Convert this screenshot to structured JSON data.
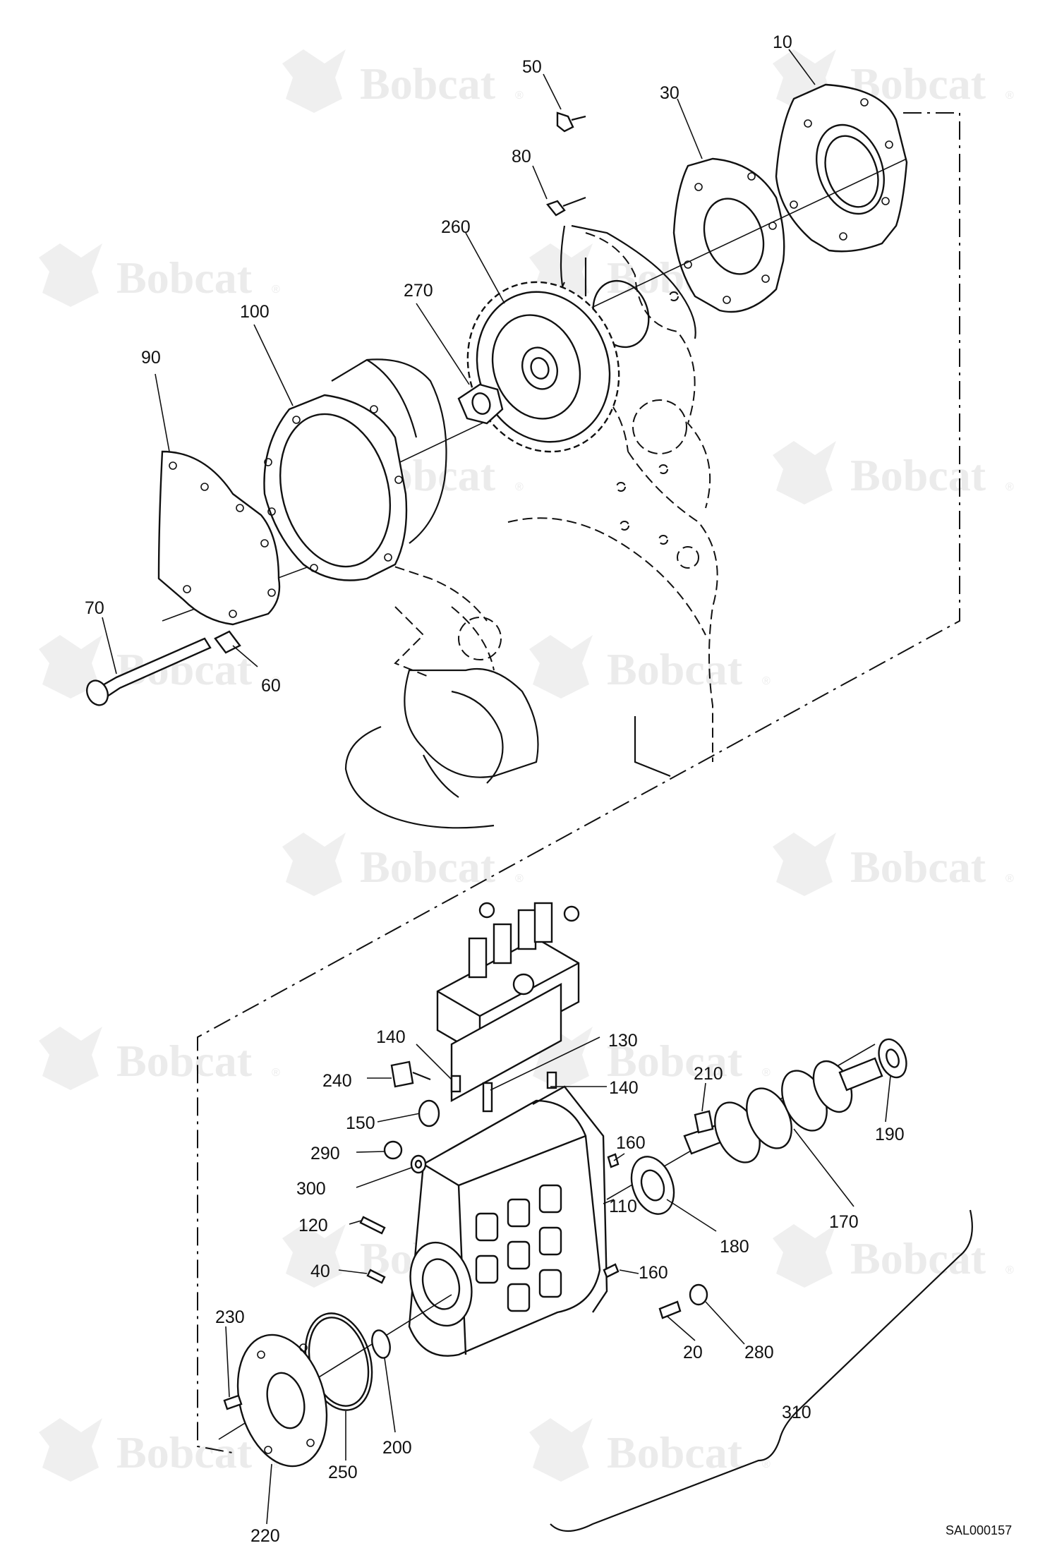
{
  "watermark": {
    "text": "Bobcat",
    "reg": "®"
  },
  "callouts": {
    "c10": "10",
    "c20": "20",
    "c30": "30",
    "c40": "40",
    "c50": "50",
    "c60": "60",
    "c70": "70",
    "c80": "80",
    "c90": "90",
    "c100": "100",
    "c110": "110",
    "c120": "120",
    "c130": "130",
    "c140a": "140",
    "c140b": "140",
    "c150": "150",
    "c160a": "160",
    "c160b": "160",
    "c170": "170",
    "c180": "180",
    "c190": "190",
    "c200": "200",
    "c210": "210",
    "c220": "220",
    "c230": "230",
    "c240": "240",
    "c250": "250",
    "c260": "260",
    "c270": "270",
    "c280": "280",
    "c290": "290",
    "c300": "300",
    "c310": "310"
  },
  "drawing_code": "SAL000157"
}
